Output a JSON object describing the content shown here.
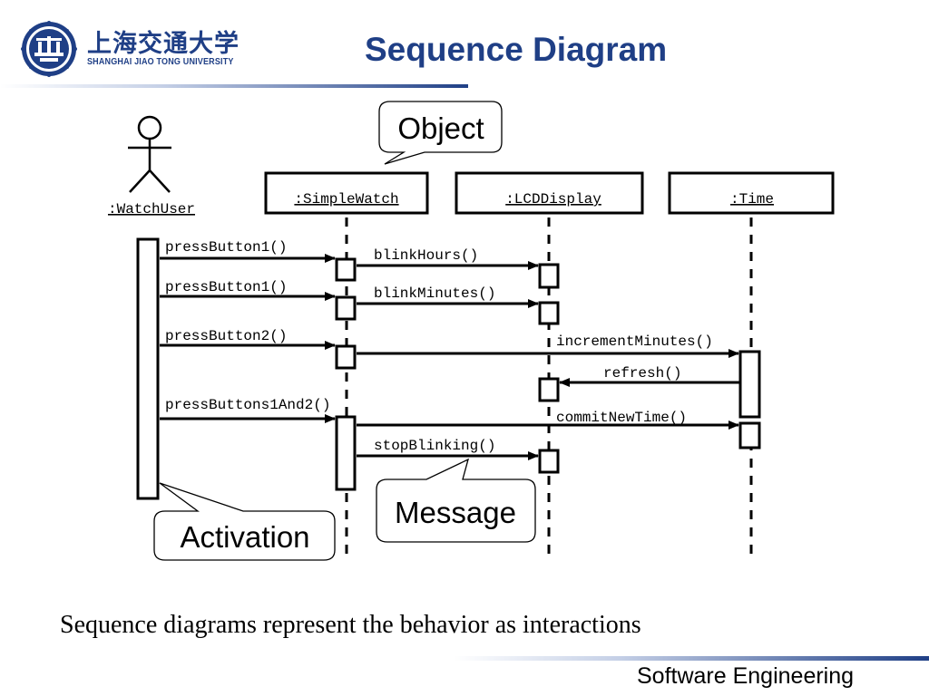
{
  "header": {
    "logo_cn": "上海交通大学",
    "logo_en": "SHANGHAI JIAO TONG UNIVERSITY",
    "title": "Sequence Diagram"
  },
  "diagram": {
    "actor": ":WatchUser",
    "objects": [
      ":SimpleWatch",
      ":LCDDisplay",
      ":Time"
    ],
    "messages": [
      {
        "label": "pressButton1()",
        "from": ":WatchUser",
        "to": ":SimpleWatch"
      },
      {
        "label": "blinkHours()",
        "from": ":SimpleWatch",
        "to": ":LCDDisplay"
      },
      {
        "label": "pressButton1()",
        "from": ":WatchUser",
        "to": ":SimpleWatch"
      },
      {
        "label": "blinkMinutes()",
        "from": ":SimpleWatch",
        "to": ":LCDDisplay"
      },
      {
        "label": "pressButton2()",
        "from": ":WatchUser",
        "to": ":SimpleWatch"
      },
      {
        "label": "incrementMinutes()",
        "from": ":SimpleWatch",
        "to": ":Time"
      },
      {
        "label": "refresh()",
        "from": ":Time",
        "to": ":LCDDisplay"
      },
      {
        "label": "pressButtons1And2()",
        "from": ":WatchUser",
        "to": ":SimpleWatch"
      },
      {
        "label": "commitNewTime()",
        "from": ":SimpleWatch",
        "to": ":Time"
      },
      {
        "label": "stopBlinking()",
        "from": ":SimpleWatch",
        "to": ":LCDDisplay"
      }
    ],
    "callouts": {
      "object": "Object",
      "message": "Message",
      "activation": "Activation"
    }
  },
  "caption": "Sequence diagrams represent the behavior as interactions",
  "footer": "Software Engineering",
  "colors": {
    "brand": "#1f3f86",
    "line": "#000000"
  }
}
